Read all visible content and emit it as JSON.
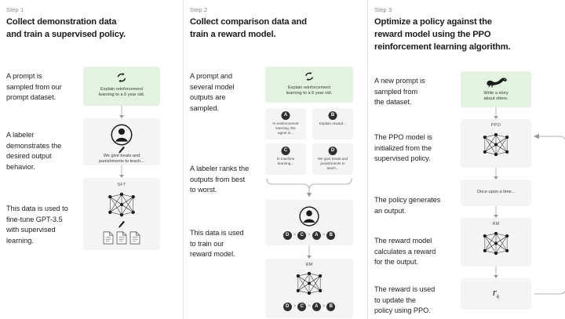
{
  "diagram": {
    "title": "Reinforcement Learning from Human Feedback training pipeline",
    "background_color": "#ffffff",
    "accent_green": "#e2f3e0",
    "node_gray": "#f4f4f4"
  },
  "columns": [
    {
      "step_label": "Step 1",
      "step_title": "Collect demonstration data\nand train a supervised policy.",
      "paragraphs": [
        "A prompt is\nsampled from our\nprompt dataset.",
        "A labeler\ndemonstrates the\ndesired output\nbehavior.",
        "This data is used to\nfine-tune GPT-3.5\nwith supervised\nlearning."
      ],
      "nodes": [
        {
          "name": "prompt-card",
          "icon": "refresh-circle-icon",
          "caption": "Explain reinforcement\nlearning to a 6 year old."
        },
        {
          "name": "labeler-card",
          "icon": "labeler-person-icon",
          "caption": "We give treats and\npunishments to teach..."
        },
        {
          "name": "sft-card",
          "icon": "neural-network-icon",
          "label": "SFT",
          "documents": 3
        }
      ]
    },
    {
      "step_label": "Step 2",
      "step_title": "Collect comparison data and\ntrain a reward model.",
      "paragraphs": [
        "A prompt and\nseveral model\noutputs are\nsampled.",
        "A labeler ranks the\noutputs from best\nto worst.",
        "This data is used\nto train our\nreward model."
      ],
      "nodes": [
        {
          "name": "prompt-card",
          "icon": "refresh-circle-icon",
          "caption": "Explain reinforcement\nlearning to a 6 year old."
        },
        {
          "name": "output-card-a",
          "badge": "A",
          "caption": "In reinforcement\nlearning, the\nagent is..."
        },
        {
          "name": "output-card-b",
          "badge": "B",
          "caption": "Explain reward..."
        },
        {
          "name": "output-card-c",
          "badge": "C",
          "caption": "In machine\nlearning..."
        },
        {
          "name": "output-card-d",
          "badge": "D",
          "caption": "We give treats and\npunishments to\nteach..."
        },
        {
          "name": "ranking-card",
          "icon": "labeler-person-icon",
          "ranking": [
            "D",
            "C",
            "A",
            "B"
          ]
        },
        {
          "name": "reward-model-card",
          "icon": "neural-network-icon",
          "label": "RM",
          "ranking": [
            "D",
            "C",
            "A",
            "B"
          ]
        }
      ]
    },
    {
      "step_label": "Step 3",
      "step_title": "Optimize a policy against the\nreward model using the PPO\nreinforcement learning algorithm.",
      "paragraphs": [
        "A new prompt is\nsampled from\nthe dataset.",
        "The PPO model is\ninitialized from the\nsupervised policy.",
        "The policy generates\nan output.",
        "The reward model\ncalculates a reward\nfor the output.",
        "The reward is used\nto update the\npolicy using PPO."
      ],
      "nodes": [
        {
          "name": "new-prompt-card",
          "icon": "otter-icon",
          "caption": "Write a story\nabout otters."
        },
        {
          "name": "ppo-card",
          "icon": "neural-network-icon",
          "label": "PPO"
        },
        {
          "name": "policy-output-card",
          "caption": "Once upon a time..."
        },
        {
          "name": "reward-model-card",
          "icon": "neural-network-icon",
          "label": "RM"
        },
        {
          "name": "reward-value-card",
          "symbol": "r",
          "subscript": "k"
        }
      ],
      "feedback_loop": "reward updates policy"
    }
  ]
}
